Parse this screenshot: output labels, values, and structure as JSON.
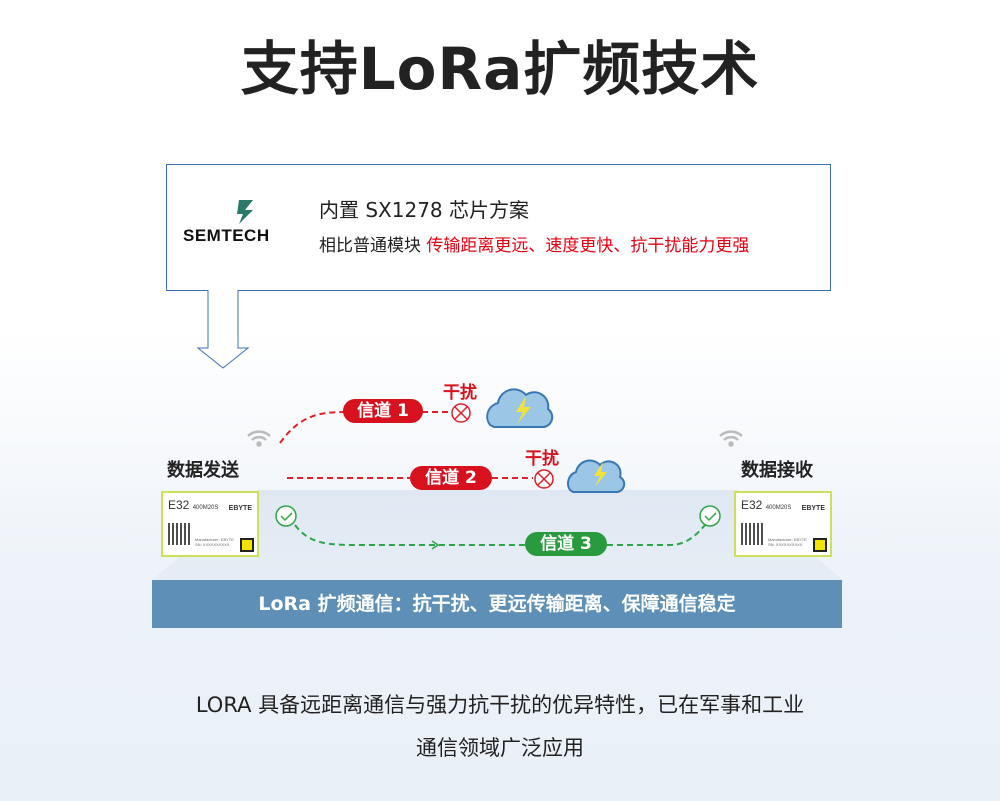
{
  "title": "支持LoRa扩频技术",
  "chip_box": {
    "logo_text": "SEMTECH",
    "line1": "内置 SX1278 芯片方案",
    "line2_prefix": "相比普通模块 ",
    "line2_highlight": "传输距离更远、速度更快、抗干扰能力更强"
  },
  "diagram": {
    "sender_label": "数据发送",
    "receiver_label": "数据接收",
    "channels": [
      {
        "label": "信道 1",
        "status": "blocked",
        "interference": "干扰"
      },
      {
        "label": "信道 2",
        "status": "blocked",
        "interference": "干扰"
      },
      {
        "label": "信道 3",
        "status": "ok"
      }
    ],
    "module": {
      "model": "E32",
      "variant": "400M20S",
      "brand": "EBYTE",
      "manufacturer": "Manufacturer: EBYTE",
      "sn": "SN: XXXXXXXXXX"
    },
    "bar_text": "LoRa 扩频通信：抗干扰、更远传输距离、保障通信稳定"
  },
  "description": {
    "line1": "LORA 具备远距离通信与强力抗干扰的优异特性，已在军事和工业",
    "line2": "通信领域广泛应用"
  },
  "colors": {
    "red": "#d7111e",
    "green": "#2a9a3e",
    "bar": "#5d8fb7",
    "box_border": "#3d6fb6"
  }
}
